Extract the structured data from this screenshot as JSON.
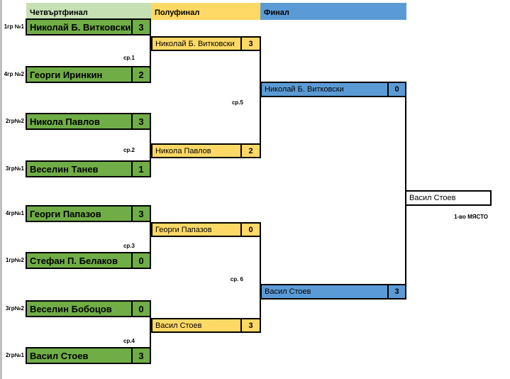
{
  "headers": {
    "quarterfinal": "Четвъртфинал",
    "semifinal": "Полуфинал",
    "final": "Финал"
  },
  "colors": {
    "header_green": "#C6E0B4",
    "green": "#70AD47",
    "yellow": "#FFD966",
    "blue": "#5B9BD5",
    "border": "#000000",
    "edge_gray": "#BFBFBF"
  },
  "quarterfinals": [
    {
      "seed": "1гр №1",
      "name": "Николай Б. Витковски",
      "score": "3"
    },
    {
      "seed": "4гр №2",
      "name": "Георги Иринкин",
      "score": "2"
    },
    {
      "seed": "2гр№2",
      "name": "Никола Павлов",
      "score": "3"
    },
    {
      "seed": "3гр№1",
      "name": "Веселин Танев",
      "score": "1"
    },
    {
      "seed": "4гр№1",
      "name": "Георги Папазов",
      "score": "3"
    },
    {
      "seed": "1гр№2",
      "name": "Стефан П. Белаков",
      "score": "0"
    },
    {
      "seed": "3гр№2",
      "name": "Веселин Бобоцов",
      "score": "0"
    },
    {
      "seed": "2гр№1",
      "name": "Васил Стоев",
      "score": "3"
    }
  ],
  "semifinals": [
    {
      "name": "Николай Б. Витковски",
      "score": "3"
    },
    {
      "name": "Никола Павлов",
      "score": "2"
    },
    {
      "name": "Георги Папазов",
      "score": "0"
    },
    {
      "name": "Васил Стоев",
      "score": "3"
    }
  ],
  "finals": [
    {
      "name": "Николай Б. Витковски",
      "score": "0"
    },
    {
      "name": "Васил Стоев",
      "score": "3"
    }
  ],
  "match_labels": [
    "ср.1",
    "ср.2",
    "ср.3",
    "ср.4",
    "ср.5",
    "ср. 6"
  ],
  "winner": {
    "name": "Васил Стоев",
    "caption": "1-во МЯСТО"
  }
}
